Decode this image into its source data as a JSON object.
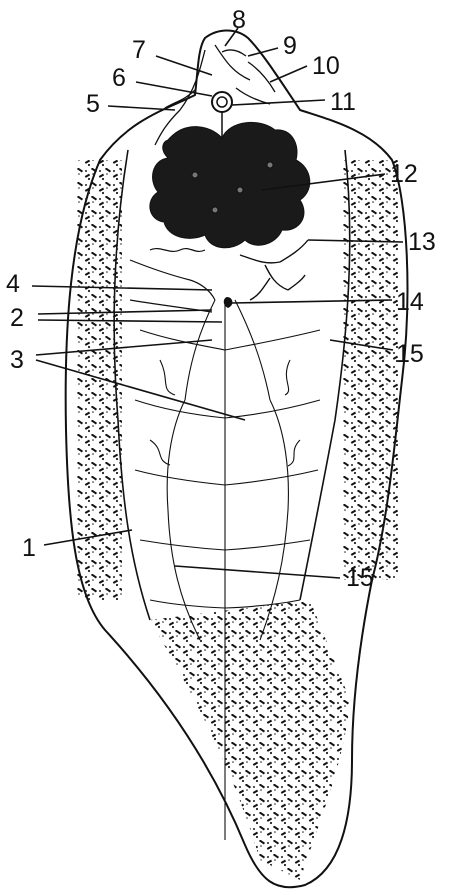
{
  "figure": {
    "labels": {
      "l1": "1",
      "l2": "2",
      "l3": "3",
      "l4": "4",
      "l5": "5",
      "l6": "6",
      "l7": "7",
      "l8": "8",
      "l9": "9",
      "l10": "10",
      "l11": "11",
      "l12": "12",
      "l13": "13",
      "l14": "14",
      "l15a": "15",
      "l15b": "15"
    }
  },
  "colors": {
    "ink": "#111111",
    "paper": "#ffffff"
  }
}
